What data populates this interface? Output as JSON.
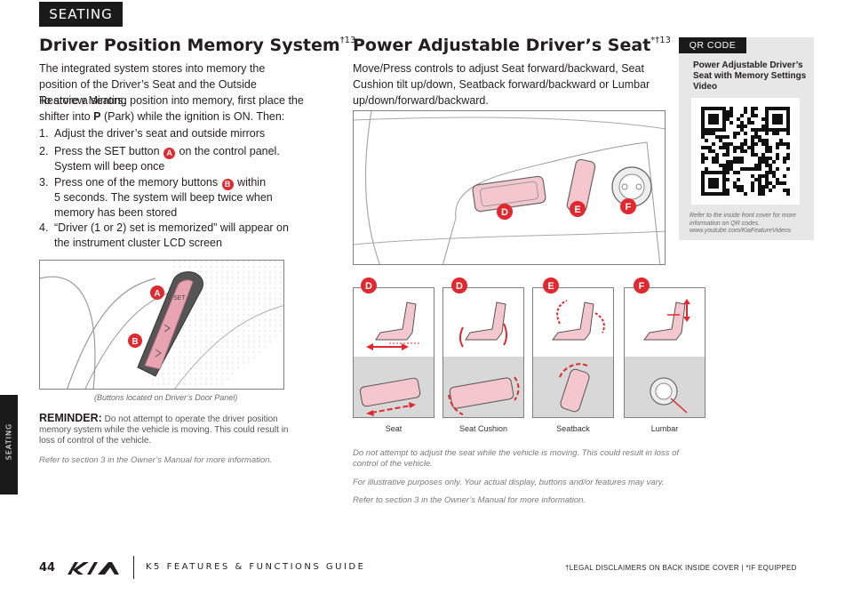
{
  "section_tab": "SEATING",
  "side_tab": "SEATING",
  "left": {
    "title": "Driver Position Memory System",
    "title_sup": "†13",
    "intro": "The integrated system stores into memory the position of the Driver’s Seat and the Outside Rearview Mirrors.",
    "store_intro_a": "To store a seating position into memory, first place the shifter into ",
    "store_intro_p": "P",
    "store_intro_b": " (Park) while the ignition is ON. Then:",
    "steps": [
      {
        "num": "1.",
        "line1": "Adjust the driver’s seat and outside mirrors",
        "line2": ""
      },
      {
        "num": "2.",
        "line1_a": "Press the SET button ",
        "badge": "A",
        "line1_b": " on the control panel.",
        "line2": "System will beep once"
      },
      {
        "num": "3.",
        "line1_a": "Press one of the memory buttons ",
        "badge": "B",
        "line1_b": " within",
        "line2": "5 seconds. The system will beep twice when",
        "line3": "memory has been stored"
      },
      {
        "num": "4.",
        "line1": "“Driver (1 or 2) set is memorized” will appear on",
        "line2": "the instrument cluster LCD screen"
      }
    ],
    "figure_badges": [
      "A",
      "B"
    ],
    "figure_set_text": "SET",
    "figure_caption": "(Buttons located on Driver’s Door Panel)",
    "reminder_label": "REMINDER:",
    "reminder_text": " Do not attempt to operate the driver position memory system while the vehicle is moving. This could result in loss of control of the vehicle.",
    "refer": "Refer to section 3 in the Owner’s Manual for more information."
  },
  "right": {
    "title": "Power Adjustable Driver’s Seat",
    "title_sup": "*†13",
    "intro": "Move/Press controls to adjust Seat forward/backward, Seat Cushion tilt up/down, Seatback forward/backward or Lumbar up/down/forward/backward.",
    "photo_badges": [
      "D",
      "E",
      "F"
    ],
    "diagrams": [
      {
        "badge": "D",
        "label": "Seat"
      },
      {
        "badge": "D",
        "label": "Seat Cushion"
      },
      {
        "badge": "E",
        "label": "Seatback"
      },
      {
        "badge": "F",
        "label": "Lumbar"
      }
    ],
    "note1": "Do not attempt to adjust the seat while the vehicle is moving. This could result in loss of control of the vehicle.",
    "note2": "For illustrative purposes only. Your actual display, buttons and/or features may vary.",
    "note3": "Refer to section 3 in the Owner’s Manual for more information."
  },
  "qr": {
    "label": "QR CODE",
    "title": "Power Adjustable Driver’s Seat with Memory Settings Video",
    "note": "Refer to the inside front cover for more information on QR codes. www.youtube.com/KiaFeatureVideos"
  },
  "footer": {
    "page_number": "44",
    "logo_text": "KIA",
    "guide_title": "K5 FEATURES & FUNCTIONS GUIDE",
    "legal": "†LEGAL DISCLAIMERS ON BACK INSIDE COVER   |   *IF EQUIPPED"
  },
  "colors": {
    "accent_red": "#e0282e",
    "dark": "#1a1a1a",
    "pink": "#f4c7cf",
    "panel_gray": "#e7e7e7"
  }
}
